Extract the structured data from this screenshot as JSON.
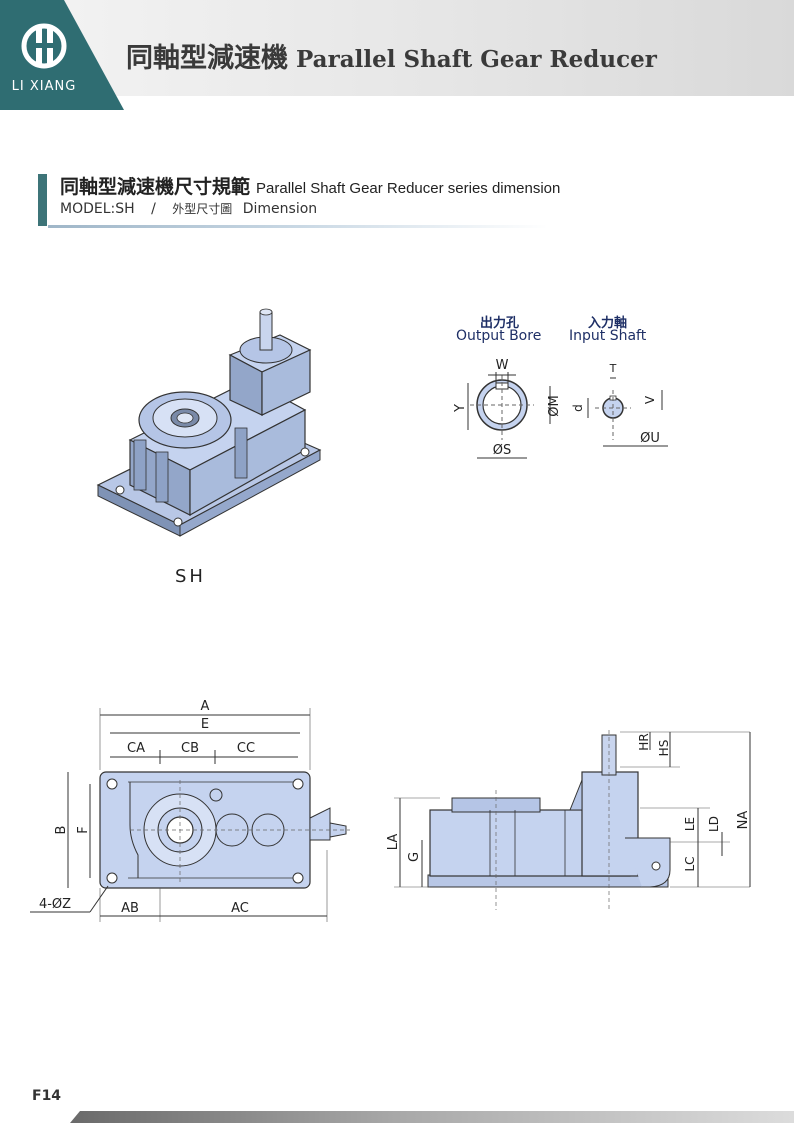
{
  "brand": {
    "name": "LI XIANG",
    "color": "#2f6d72"
  },
  "header": {
    "title_zh": "同軸型減速機",
    "title_en": "Parallel Shaft Gear Reducer"
  },
  "section": {
    "title_zh": "同軸型減速機尺寸規範",
    "title_en": "Parallel Shaft Gear Reducer series dimension",
    "model": "MODEL:SH",
    "separator": "/",
    "dim_zh": "外型尺寸圖",
    "dim_en": "Dimension"
  },
  "product_label": "SH",
  "bore": {
    "output_zh": "出力孔",
    "output_en": "Output Bore",
    "input_zh": "入力軸",
    "input_en": "Input Shaft",
    "labels": {
      "W": "W",
      "Y": "Y",
      "M": "ØM",
      "S": "ØS",
      "T": "T",
      "V": "V",
      "d": "d",
      "U": "ØU"
    }
  },
  "plan_view": {
    "labels": {
      "A": "A",
      "E": "E",
      "CA": "CA",
      "CB": "CB",
      "CC": "CC",
      "B": "B",
      "F": "F",
      "Z": "4-ØZ",
      "AB": "AB",
      "AC": "AC"
    }
  },
  "side_view": {
    "labels": {
      "HR": "HR",
      "HS": "HS",
      "NA": "NA",
      "LA": "LA",
      "G": "G",
      "LE": "LE",
      "LD": "LD",
      "LC": "LC"
    }
  },
  "footer": {
    "page": "F14"
  },
  "colors": {
    "accent": "#3d7478",
    "part_fill": "#c5d3ef",
    "part_dark": "#7f93b6"
  }
}
